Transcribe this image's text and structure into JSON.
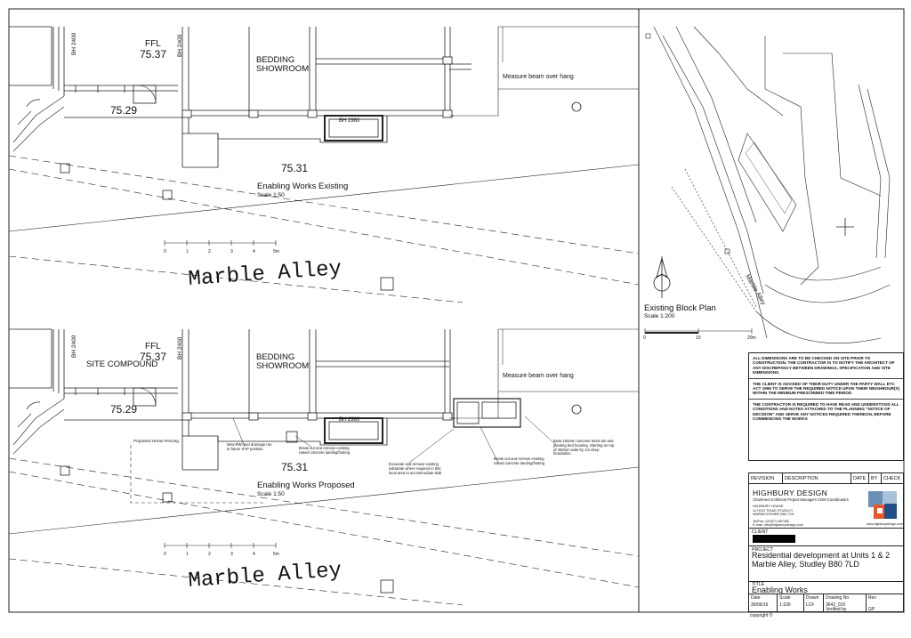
{
  "top_plan": {
    "room_ffl_label": "FFL",
    "room_ffl_value": "75.37",
    "bh1": "BH 2400",
    "bh2": "BH 2400",
    "bedding": "BEDDING",
    "showroom": "SHOWROOM",
    "level_a": "75.29",
    "level_b": "75.31",
    "bh_2960": "BH 2960",
    "measure_note": "Measure beam over hang",
    "view_title": "Enabling Works Existing",
    "view_scale": "Scale 1:50",
    "street": "Marble Alley",
    "scale_ticks": [
      "0",
      "1",
      "2",
      "3",
      "4",
      "5m"
    ]
  },
  "bottom_plan": {
    "room_ffl_label": "FFL",
    "room_ffl_value": "75.37",
    "site_compound": "SITE COMPOUND",
    "bh1": "BH 2400",
    "bh2": "BH 2400",
    "bedding": "BEDDING",
    "showroom": "SHOWROOM",
    "level_a": "75.29",
    "level_b": "75.31",
    "bh_2960": "BH 2960",
    "measure_note": "Measure beam over hang",
    "view_title": "Enabling Works Proposed",
    "view_scale": "Scale 1:50",
    "street": "Marble Alley",
    "scale_ticks": [
      "0",
      "1",
      "2",
      "3",
      "4",
      "5m"
    ],
    "annotations": {
      "heras": "Proposed Heras Fencing",
      "svp": "New RWI and drainage run to future SVP position.",
      "footing": "Break out and remove existing raised concrete landing/footing",
      "excavate": "Excavate and remove existing substrate where required in this local area to accommodate slab",
      "footing2": "Break out and remove existing raised concrete landing/footing",
      "blockwork": "Build 100mm concrete block bin and planting bed housing. Starting on top of 450mm wide by 1m deep foundation."
    }
  },
  "block_plan": {
    "title": "Existing Block Plan",
    "scale": "Scale 1:200",
    "street": "Marble Alley",
    "scale_ticks": [
      "0",
      "10",
      "20m"
    ]
  },
  "notes": [
    "All dimensions are to be checked on site prior to construction. The contractor is to notify the architect of any discrepancy between drawings, specification and site dimensions.",
    "The client is advised of their duty under the party wall etc act 1996 to serve the required notice upon their neighbour(s) within the minimum prescribed time period",
    "The contractor is required to have read and understood all conditions and notes attached to the planning \"Notice of Decision\" and serve any notices required thereon, before commencing the works"
  ],
  "revision_header": {
    "rev": "REVISION",
    "desc": "DESCRIPTION",
    "date": "DATE",
    "by": "BY",
    "check": "CHECK"
  },
  "firm": {
    "name": "HIGHBURY DESIGN",
    "subtitle": "Chartered Architects  Project Managers  CDM Coordinators",
    "address_lines": [
      "HIGHBURY HOUSE",
      "11 HOLT ROAD  STUDLEY",
      "WARWICKSHIRE  B80 7XH",
      "",
      "Tel/Fax: (01527) 857282",
      "E-mail: info@highburydesign.com"
    ],
    "website": "www.highburydesign.com"
  },
  "client_label": "CLIENT",
  "project_label": "PROJECT",
  "project_value": "Residential development at Units 1 & 2 Marble Alley, Studley B80 7LD",
  "title_label": "TITLE",
  "title_value": "Enabling Works",
  "meta": [
    {
      "k": "Date",
      "v": "30/06/16"
    },
    {
      "k": "Scale",
      "v": "1:100"
    },
    {
      "k": "Drawn",
      "v": "LCF"
    },
    {
      "k": "Drawing No",
      "v": "3642_010"
    },
    {
      "k": "Rev",
      "v": ""
    }
  ],
  "meta_verified": {
    "k": "Verified by",
    "v": "GP"
  },
  "copyright": "copyright"
}
